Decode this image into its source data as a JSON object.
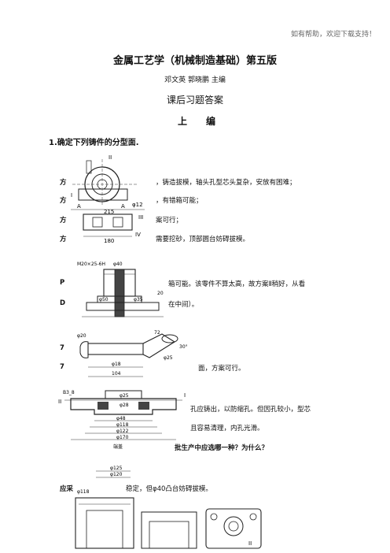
{
  "watermark": "如有帮助，欢迎下载支持！",
  "header": {
    "title": "金属工艺学（机械制造基础）第五版",
    "authors": "邓文英  郭晓鹏  主编",
    "subtitle": "课后习题答案",
    "section_a": "上",
    "section_b": "编"
  },
  "question1": "1.确定下列铸件的分型面.",
  "fig1": {
    "lines": [
      "方",
      "方",
      "方",
      "方"
    ],
    "answers": [
      "，铸造拔模，轴头孔型芯头复杂，安放有困难；",
      "，有错箱可能；",
      "案可行；",
      "需要挖砂，顶部圆台妨碍拔模。"
    ],
    "labels": {
      "II": "II",
      "I": "I",
      "III": "III",
      "IV": "IV",
      "d12": "φ12",
      "d215": "215",
      "d180": "180",
      "A": "A"
    }
  },
  "fig2": {
    "left_frag1": "P",
    "left_frag2": "D",
    "answer1": "箱可能。该零件不算太高，故方案Ⅱ稍好，从看",
    "answer2": "在中间）。",
    "labels": {
      "m": "M20×25-6H",
      "d40": "φ40",
      "d50": "φ50",
      "d35": "φ35",
      "d20": "20"
    }
  },
  "fig3": {
    "left_frag1": "7",
    "left_frag2": "7",
    "answer": "面，方案可行。",
    "labels": {
      "d20": "φ20",
      "r72": "72",
      "a30": "30°",
      "d18": "φ18",
      "d104": "104",
      "d25": "φ25"
    }
  },
  "fig4": {
    "answer1": "孔应铸出，以防缩孔。但因孔较小，型芯",
    "answer2": "且容易清理，内孔光滑。",
    "caption": "端盖",
    "labels": {
      "b3": "B3_8",
      "I": "I",
      "II": "II",
      "d25": "φ25",
      "d48": "φ48",
      "d118": "φ118",
      "d122": "φ122",
      "d170": "φ170",
      "d28": "φ28"
    }
  },
  "question2_frag": "批生产中应选哪一种？为什么？",
  "fig5": {
    "answer_left": "应采",
    "answer_right": "稳定，但φ40凸台妨碍拔模。",
    "labels": {
      "d125": "φ125",
      "d120": "φ120",
      "d118": "φ118",
      "II": "II"
    }
  }
}
